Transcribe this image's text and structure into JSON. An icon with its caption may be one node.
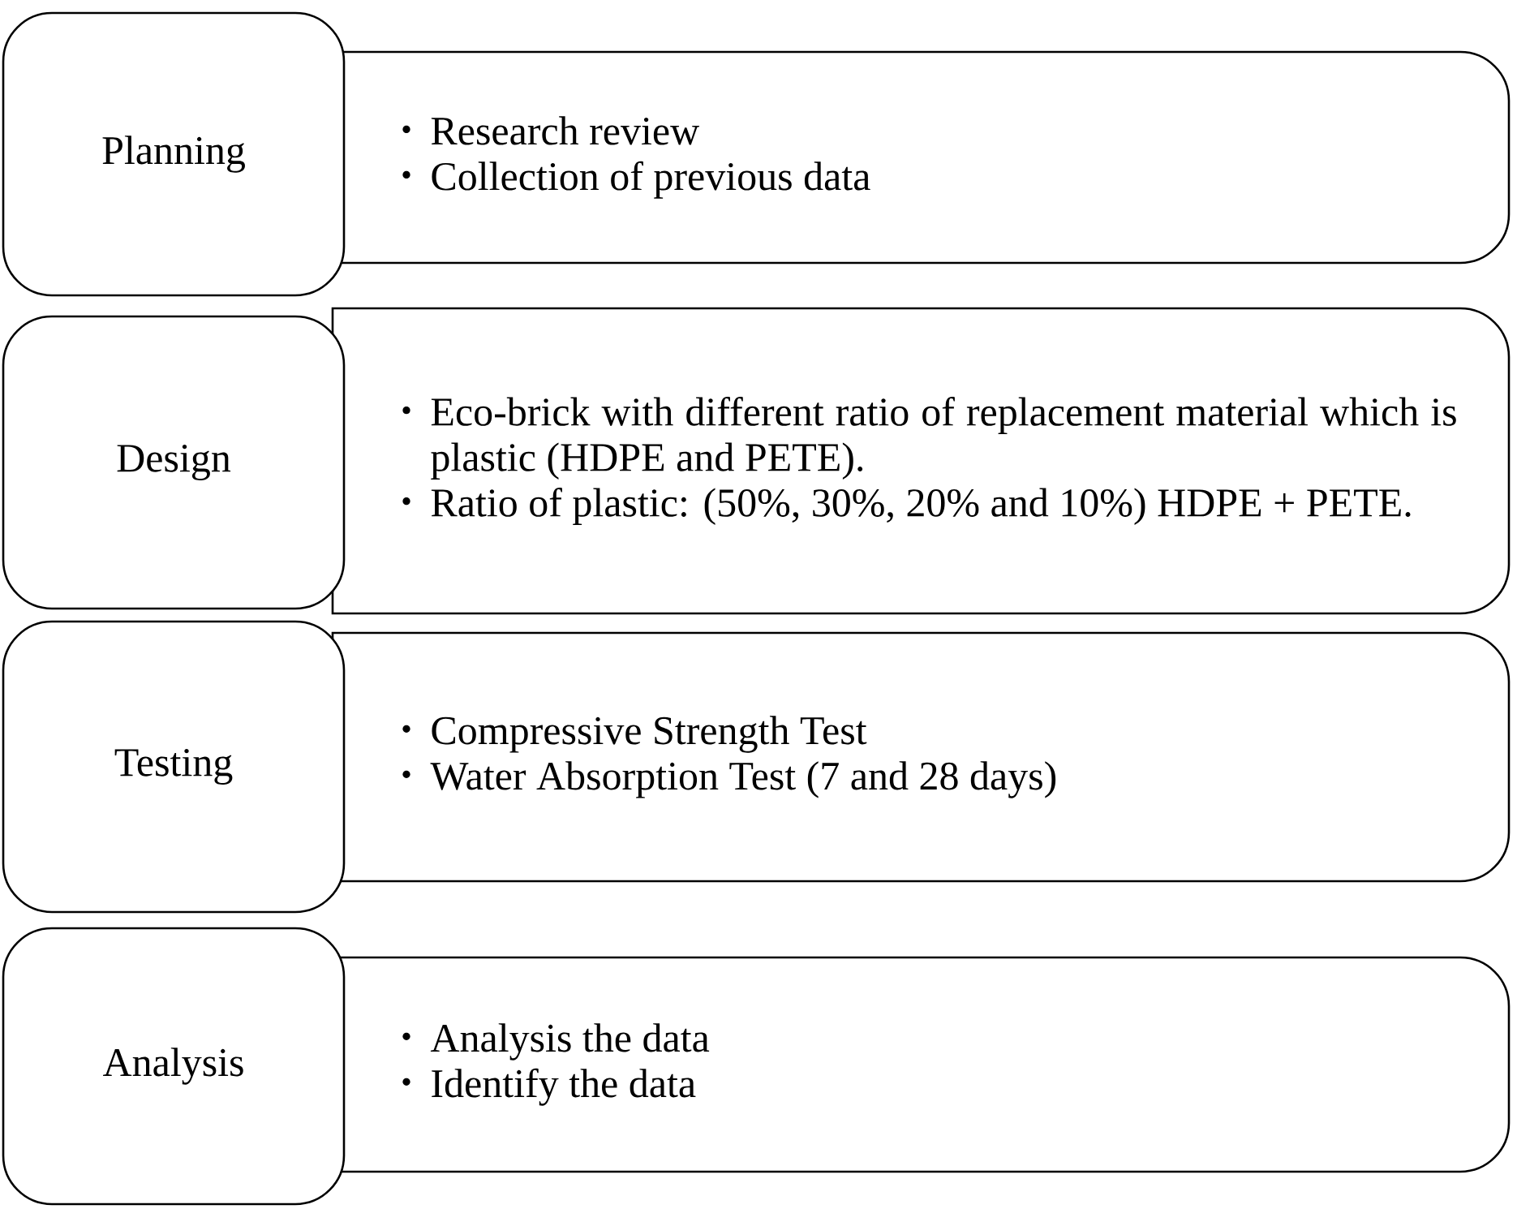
{
  "diagram": {
    "nodes": [
      {
        "text": [
          "Planning"
        ]
      },
      {
        "text": [
          "Research review",
          "Collection of previous data"
        ]
      },
      {
        "text": [
          "Design"
        ]
      },
      {
        "text": [
          "Eco-brick with different ratio of replacement material which is plastic (HDPE and PETE).",
          "Ratio of plastic: (50%, 30%, 20% and 10%) HDPE + PETE."
        ]
      },
      {
        "text": [
          "Testing"
        ]
      },
      {
        "text": [
          "Compressive Strength Test",
          "Water Absorption Test (7 and 28 days)"
        ]
      },
      {
        "text": [
          "Analysis"
        ]
      },
      {
        "text": [
          "Analysis the data",
          "Identify the data"
        ]
      }
    ]
  }
}
